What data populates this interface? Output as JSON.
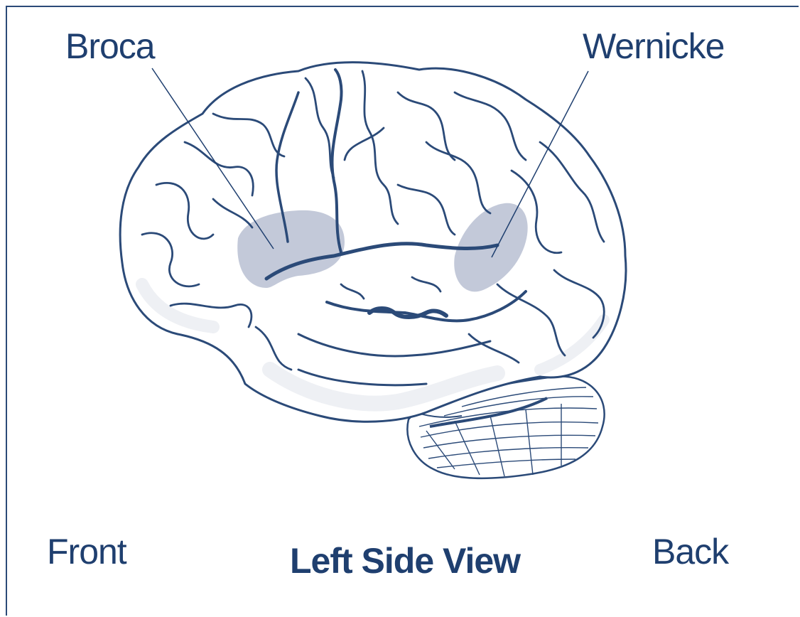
{
  "labels": {
    "broca": "Broca",
    "wernicke": "Wernicke",
    "front": "Front",
    "back": "Back",
    "view": "Left Side View"
  },
  "colors": {
    "ink": "#1f3f6f",
    "outline": "#2b4a78",
    "region_fill": "#b9c0d2",
    "shadow": "#eef0f4"
  },
  "regions": [
    "broca-area",
    "wernicke-area"
  ]
}
